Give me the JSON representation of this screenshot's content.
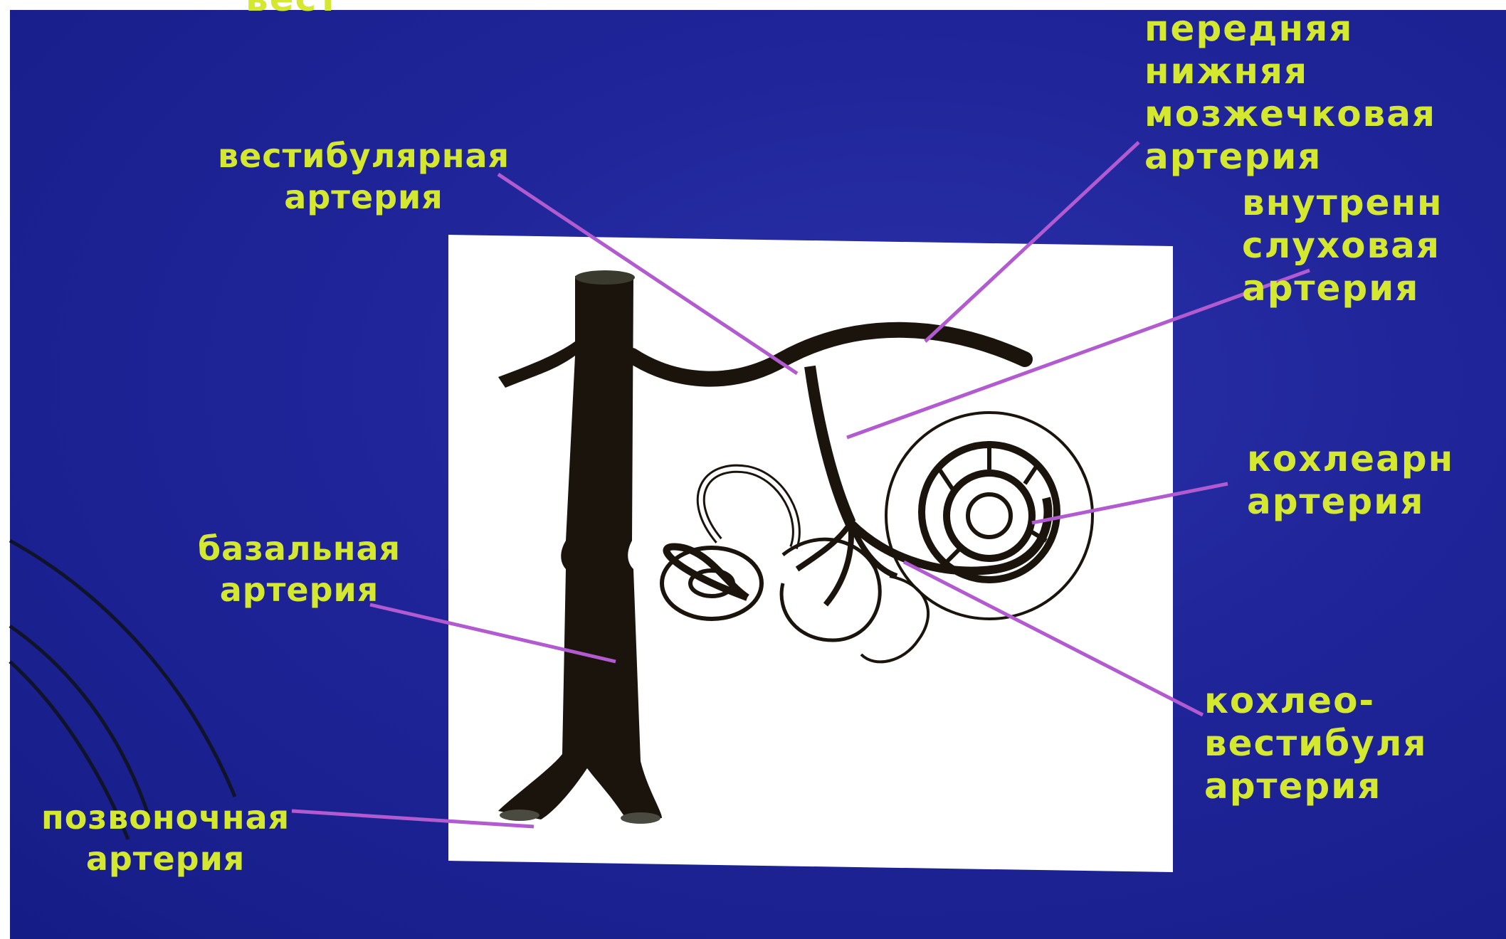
{
  "colors": {
    "background": "#1f2598",
    "label_text": "#d4e830",
    "leader_line": "#b25ad0",
    "artery": "#1a140c"
  },
  "labels": {
    "top_cut": "вест",
    "aica": "передняя\nнижняя\nмозжечковая\nартерия",
    "vestibular": "вестибулярная\nартерия",
    "internal_auditory": "внутренн\nслуховая\nартерия",
    "cochlear": "кохлеарн\nартерия",
    "basilar": "базальная\nартерия",
    "cochleovestibular": "кохлео-\nвестибуля\nартерия",
    "vertebral": "позвоночная\nартерия"
  }
}
